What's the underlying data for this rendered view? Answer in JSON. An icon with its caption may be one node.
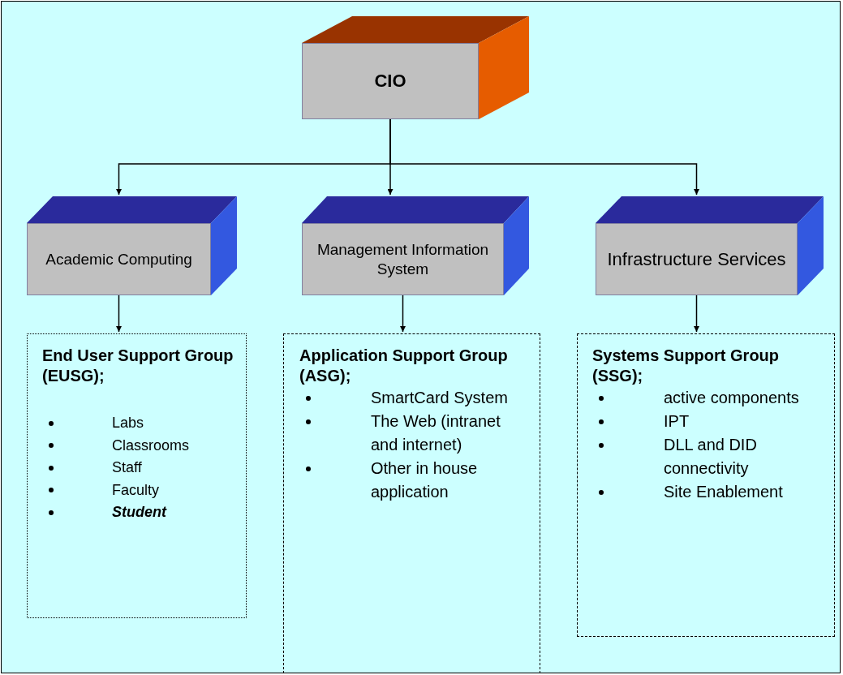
{
  "diagram": {
    "nodes": [
      {
        "text": [
          "CIO"
        ]
      },
      {
        "text": [
          "Academic Computing"
        ]
      },
      {
        "text": [
          "Management Information System"
        ]
      },
      {
        "text": [
          "Infrastructure Services"
        ]
      },
      {
        "text": [
          "End User Support Group (EUSG);",
          "Labs",
          "Classrooms",
          "Staff",
          "Faculty",
          "**Student**"
        ]
      },
      {
        "text": [
          "Application Support Group (ASG);",
          "SmartCard System",
          "The Web (intranet and internet)",
          "Other in house application"
        ]
      },
      {
        "text": [
          "Systems Support Group (SSG);",
          "active components",
          "IPT",
          "DLL and DID connectivity",
          "Site Enablement"
        ]
      }
    ],
    "edges": [
      {
        "from": 0,
        "to": 1,
        "arrow": "to"
      },
      {
        "from": 0,
        "to": 2,
        "arrow": "to"
      },
      {
        "from": 0,
        "to": 3,
        "arrow": "to"
      },
      {
        "from": 1,
        "to": 4,
        "arrow": "to"
      },
      {
        "from": 2,
        "to": 5,
        "arrow": "to"
      },
      {
        "from": 3,
        "to": 6,
        "arrow": "to"
      }
    ]
  }
}
